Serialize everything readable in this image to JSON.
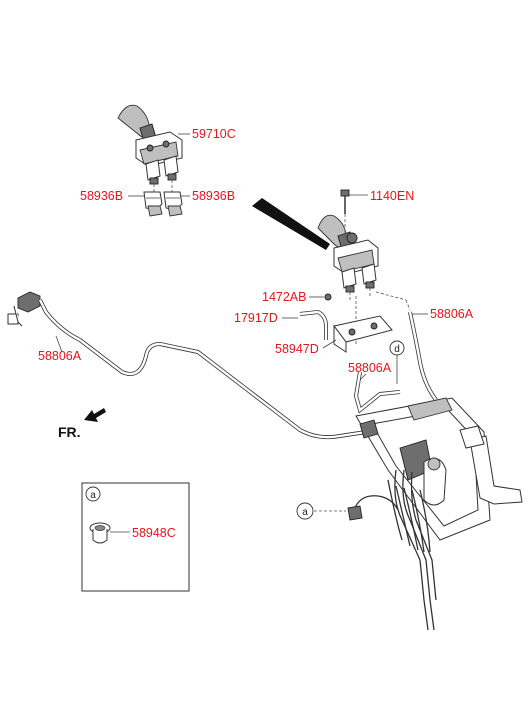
{
  "labels": {
    "p59710C": "59710C",
    "p58936B_left": "58936B",
    "p58936B_right": "58936B",
    "p1140EN": "1140EN",
    "p1472AB": "1472AB",
    "p17917D": "17917D",
    "p58947D": "58947D",
    "p58806A_left": "58806A",
    "p58806A_right": "58806A",
    "p58806A_mid": "58806A",
    "p58948C": "58948C"
  },
  "markers": {
    "a_detail": "a",
    "a_main": "a",
    "d": "d"
  },
  "direction": "FR.",
  "colors": {
    "label_red": "#e8141b",
    "line": "#333333"
  }
}
